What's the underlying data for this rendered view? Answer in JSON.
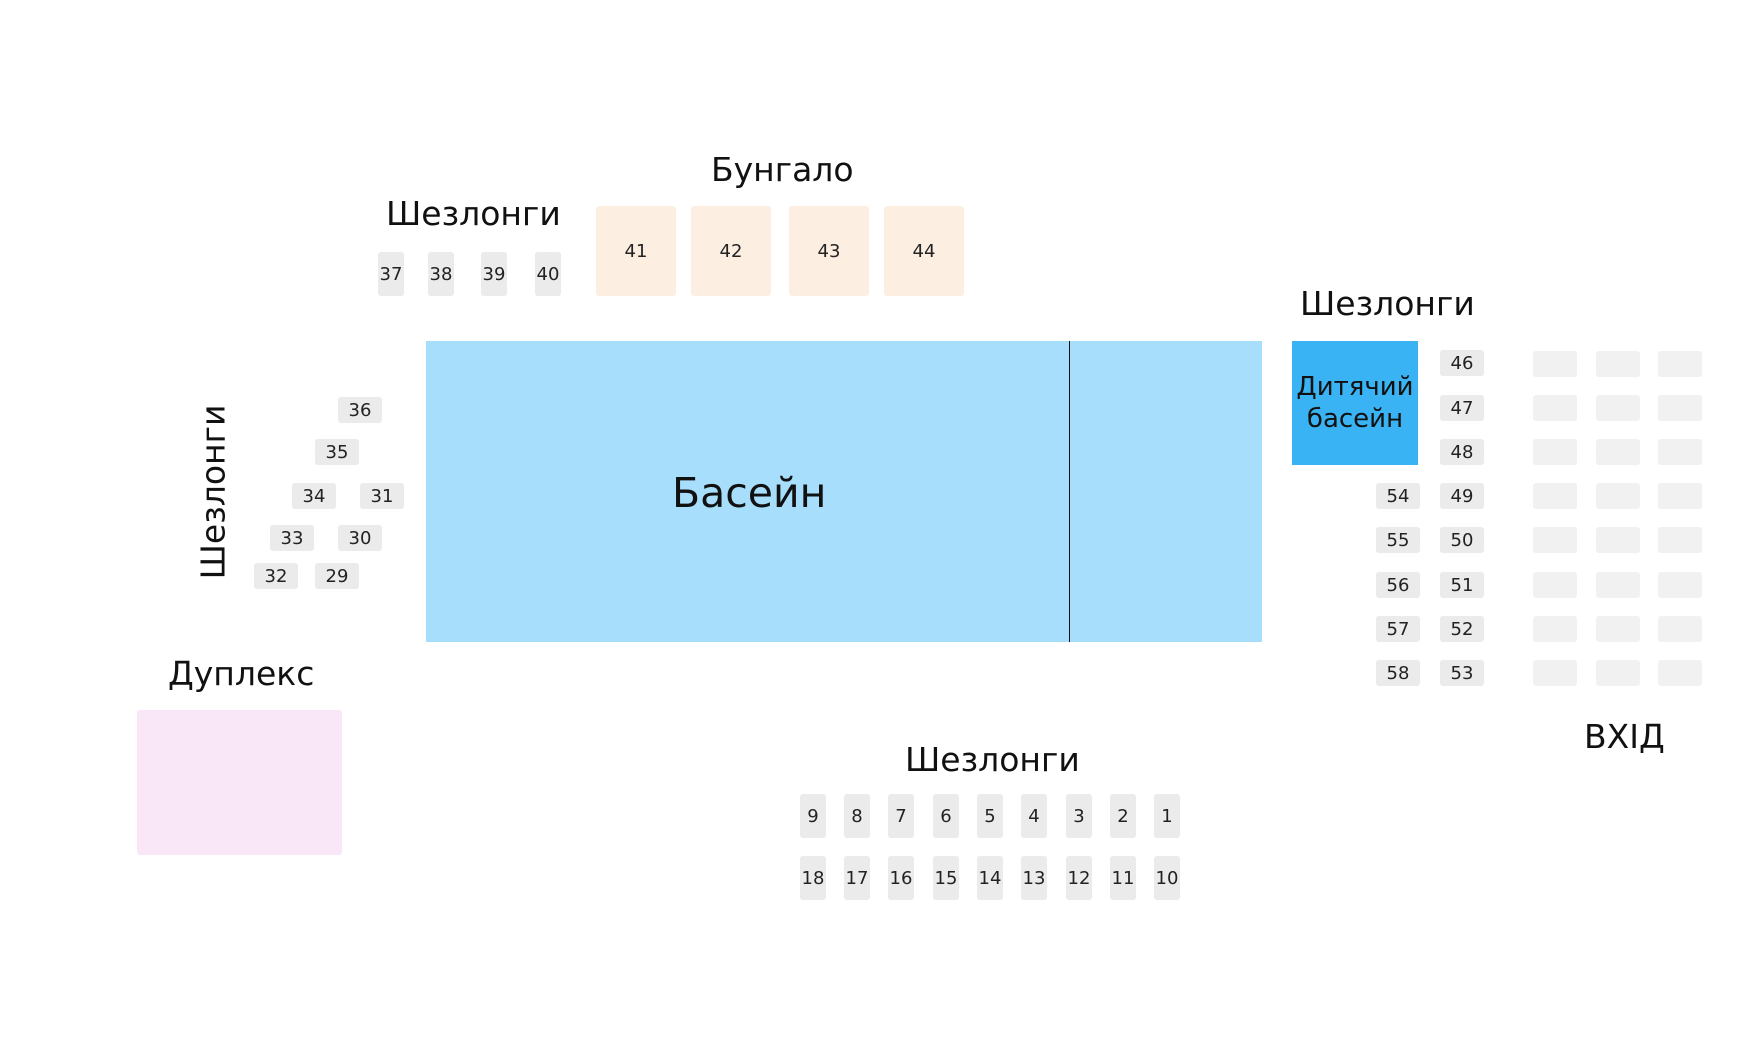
{
  "labels": {
    "bungalow": "Бунгало",
    "loungers_top": "Шезлонги",
    "loungers_right": "Шезлонги",
    "loungers_left": "Шезлонги",
    "loungers_bottom": "Шезлонги",
    "duplex": "Дуплекс",
    "pool": "Басейн",
    "kids_pool": "Дитячий басейн",
    "entrance": "ВХІД"
  },
  "bungalows": [
    "41",
    "42",
    "43",
    "44"
  ],
  "seats": {
    "top": [
      "37",
      "38",
      "39",
      "40"
    ],
    "left": [
      "36",
      "35",
      "34",
      "31",
      "33",
      "30",
      "32",
      "29"
    ],
    "right_inner": [
      "46",
      "47",
      "48",
      "49",
      "50",
      "51",
      "52",
      "53"
    ],
    "right_outer": [
      "54",
      "55",
      "56",
      "57",
      "58"
    ],
    "bottom_row1": [
      "9",
      "8",
      "7",
      "6",
      "5",
      "4",
      "3",
      "2",
      "1"
    ],
    "bottom_row2": [
      "18",
      "17",
      "16",
      "15",
      "14",
      "13",
      "12",
      "11",
      "10"
    ]
  },
  "colors": {
    "pool": "#a6defb",
    "kids_pool": "#39b3f3",
    "bungalow": "#fdeee2",
    "duplex": "#f9e6f7",
    "seat": "#ebebeb"
  }
}
